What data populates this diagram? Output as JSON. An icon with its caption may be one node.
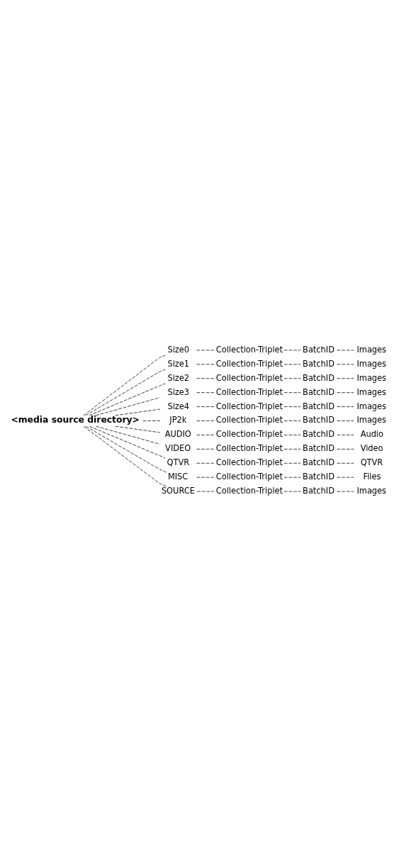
{
  "diagram": {
    "nodes": [
      {
        "text": [
          "<media source directory>"
        ]
      },
      {
        "text": [
          "Size0"
        ]
      },
      {
        "text": [
          "Collection-Triplet"
        ]
      },
      {
        "text": [
          "BatchID"
        ]
      },
      {
        "text": [
          "Images"
        ]
      },
      {
        "text": [
          "Size1"
        ]
      },
      {
        "text": [
          "Collection-Triplet"
        ]
      },
      {
        "text": [
          "BatchID"
        ]
      },
      {
        "text": [
          "Images"
        ]
      },
      {
        "text": [
          "Size2"
        ]
      },
      {
        "text": [
          "Collection-Triplet"
        ]
      },
      {
        "text": [
          "BatchID"
        ]
      },
      {
        "text": [
          "Images"
        ]
      },
      {
        "text": [
          "Size3"
        ]
      },
      {
        "text": [
          "Collection-Triplet"
        ]
      },
      {
        "text": [
          "BatchID"
        ]
      },
      {
        "text": [
          "Images"
        ]
      },
      {
        "text": [
          "Size4"
        ]
      },
      {
        "text": [
          "Collection-Triplet"
        ]
      },
      {
        "text": [
          "BatchID"
        ]
      },
      {
        "text": [
          "Images"
        ]
      },
      {
        "text": [
          "JP2k"
        ]
      },
      {
        "text": [
          "Collection-Triplet"
        ]
      },
      {
        "text": [
          "BatchID"
        ]
      },
      {
        "text": [
          "Images"
        ]
      },
      {
        "text": [
          "AUDIO"
        ]
      },
      {
        "text": [
          "Collection-Triplet"
        ]
      },
      {
        "text": [
          "BatchID"
        ]
      },
      {
        "text": [
          "Audio"
        ]
      },
      {
        "text": [
          "VIDEO"
        ]
      },
      {
        "text": [
          "Collection-Triplet"
        ]
      },
      {
        "text": [
          "BatchID"
        ]
      },
      {
        "text": [
          "Video"
        ]
      },
      {
        "text": [
          "QTVR"
        ]
      },
      {
        "text": [
          "Collection-Triplet"
        ]
      },
      {
        "text": [
          "BatchID"
        ]
      },
      {
        "text": [
          "QTVR"
        ]
      },
      {
        "text": [
          "MISC"
        ]
      },
      {
        "text": [
          "Collection-Triplet"
        ]
      },
      {
        "text": [
          "BatchID"
        ]
      },
      {
        "text": [
          "Files"
        ]
      },
      {
        "text": [
          "SOURCE"
        ]
      },
      {
        "text": [
          "Collection-Triplet"
        ]
      },
      {
        "text": [
          "BatchID"
        ]
      },
      {
        "text": [
          "Images"
        ]
      }
    ],
    "edges": [
      {
        "from": 0,
        "to": 1,
        "arrow": "none"
      },
      {
        "from": 1,
        "to": 2,
        "arrow": "none"
      },
      {
        "from": 2,
        "to": 3,
        "arrow": "none"
      },
      {
        "from": 3,
        "to": 4,
        "arrow": "none"
      },
      {
        "from": 0,
        "to": 5,
        "arrow": "none"
      },
      {
        "from": 5,
        "to": 6,
        "arrow": "none"
      },
      {
        "from": 6,
        "to": 7,
        "arrow": "none"
      },
      {
        "from": 7,
        "to": 8,
        "arrow": "none"
      },
      {
        "from": 0,
        "to": 9,
        "arrow": "none"
      },
      {
        "from": 9,
        "to": 10,
        "arrow": "none"
      },
      {
        "from": 10,
        "to": 11,
        "arrow": "none"
      },
      {
        "from": 11,
        "to": 12,
        "arrow": "none"
      },
      {
        "from": 0,
        "to": 13,
        "arrow": "none"
      },
      {
        "from": 13,
        "to": 14,
        "arrow": "none"
      },
      {
        "from": 14,
        "to": 15,
        "arrow": "none"
      },
      {
        "from": 15,
        "to": 16,
        "arrow": "none"
      },
      {
        "from": 0,
        "to": 17,
        "arrow": "none"
      },
      {
        "from": 17,
        "to": 18,
        "arrow": "none"
      },
      {
        "from": 18,
        "to": 19,
        "arrow": "none"
      },
      {
        "from": 19,
        "to": 20,
        "arrow": "none"
      },
      {
        "from": 0,
        "to": 21,
        "arrow": "none"
      },
      {
        "from": 21,
        "to": 22,
        "arrow": "none"
      },
      {
        "from": 22,
        "to": 23,
        "arrow": "none"
      },
      {
        "from": 23,
        "to": 24,
        "arrow": "none"
      },
      {
        "from": 0,
        "to": 25,
        "arrow": "none"
      },
      {
        "from": 25,
        "to": 26,
        "arrow": "none"
      },
      {
        "from": 26,
        "to": 27,
        "arrow": "none"
      },
      {
        "from": 27,
        "to": 28,
        "arrow": "none"
      },
      {
        "from": 0,
        "to": 29,
        "arrow": "none"
      },
      {
        "from": 29,
        "to": 30,
        "arrow": "none"
      },
      {
        "from": 30,
        "to": 31,
        "arrow": "none"
      },
      {
        "from": 31,
        "to": 32,
        "arrow": "none"
      },
      {
        "from": 0,
        "to": 33,
        "arrow": "none"
      },
      {
        "from": 33,
        "to": 34,
        "arrow": "none"
      },
      {
        "from": 34,
        "to": 35,
        "arrow": "none"
      },
      {
        "from": 35,
        "to": 36,
        "arrow": "none"
      },
      {
        "from": 0,
        "to": 37,
        "arrow": "none"
      },
      {
        "from": 37,
        "to": 38,
        "arrow": "none"
      },
      {
        "from": 38,
        "to": 39,
        "arrow": "none"
      },
      {
        "from": 39,
        "to": 40,
        "arrow": "none"
      },
      {
        "from": 0,
        "to": 41,
        "arrow": "none"
      },
      {
        "from": 41,
        "to": 42,
        "arrow": "none"
      },
      {
        "from": 42,
        "to": 43,
        "arrow": "none"
      },
      {
        "from": 43,
        "to": 44,
        "arrow": "none"
      }
    ]
  }
}
